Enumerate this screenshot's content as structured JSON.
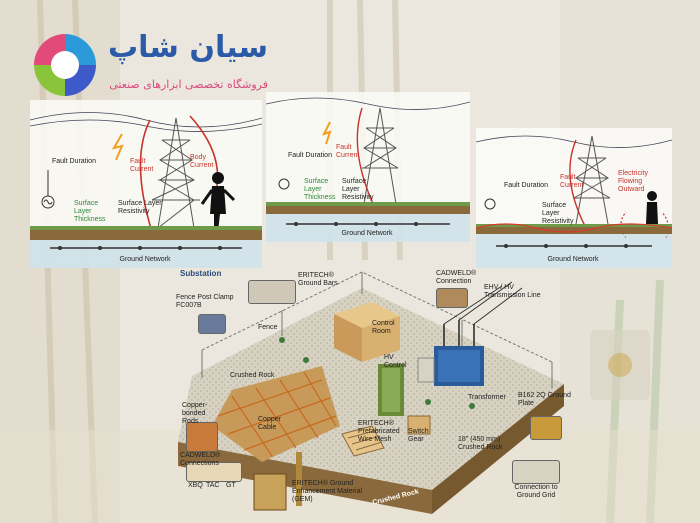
{
  "brand": {
    "name": "سیان شاپ",
    "tagline": "فروشگاه تخصصی ابزارهای صنعتی"
  },
  "panel1": {
    "fault_duration": "Fault Duration",
    "fault_current": "Fault Current",
    "body_current": "Body Current",
    "surface_layer_thickness": "Surface Layer Thickness",
    "surface_layer_resistivity": "Surface Layer Resistivity",
    "ground_network": "Ground Network"
  },
  "panel2": {
    "fault_duration": "Fault Duration",
    "fault_current": "Fault Current",
    "surface_layer_thickness": "Surface Layer Thickness",
    "surface_layer_resistivity": "Surface Layer Resistivity",
    "ground_network": "Ground Network"
  },
  "panel3": {
    "fault_duration": "Fault Duration",
    "fault_current": "Fault Current",
    "surface_layer_resistivity": "Surface Layer Resistivity",
    "electricity_flowing_outward": "Electricity Flowing Outward",
    "ground_network": "Ground Network"
  },
  "substation": {
    "title": "Substation",
    "eritech_ground_bars": "ERITECH® Ground Bars",
    "fence_post_clamp": "Fence Post Clamp FC007B",
    "fence": "Fence",
    "cadweld_connection": "CADWELD® Connection",
    "ehv_line": "EHV / HV Transmission Line",
    "control_room": "Control Room",
    "hv_control": "HV Control",
    "crushed_rock": "Crushed Rock",
    "transformer": "Transformer",
    "copper_bonded_rods": "Copper-bonded Rods",
    "copper_cable": "Copper Cable",
    "cadweld_connections": "CADWELD® Connections",
    "conn_codes": [
      "XBQ",
      "TAC",
      "GT"
    ],
    "eritech_wire_mesh": "ERITECH® Prefabricated Wire Mesh",
    "switch_gear": "Switch Gear",
    "crushed_rock_depth": "18\" (450 mm) Crushed Rock",
    "ground_plate": "B162 2Q Ground Plate",
    "eritech_gem": "ERITECH® Ground Enhancement Material (GEM)",
    "crushed_rock_2": "Crushed Rock",
    "connection_to_ground_grid": "Connection to Ground Grid"
  },
  "colors": {
    "brand_blue": "#2b5aa8",
    "brand_pink": "#d84a7a",
    "fault_red": "#c8322a",
    "ground_green": "#3d7a3a",
    "soil_brown": "#8a6a3c"
  }
}
